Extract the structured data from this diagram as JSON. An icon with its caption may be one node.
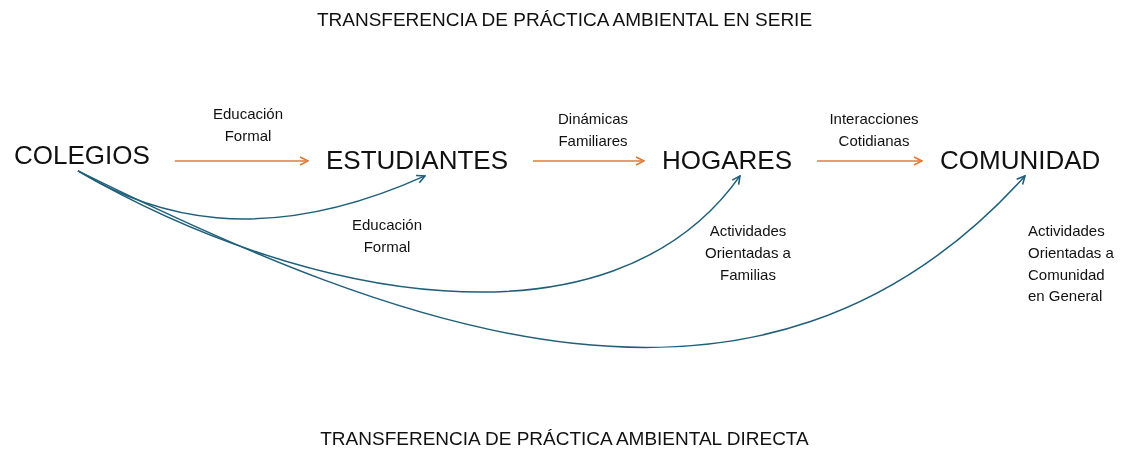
{
  "diagram": {
    "title": "TRANSFERENCIA DE PRÁCTICA AMBIENTAL EN SERIE",
    "caption": "TRANSFERENCIA DE PRÁCTICA AMBIENTAL DIRECTA",
    "nodes": [
      {
        "text": [
          "COLEGIOS"
        ]
      },
      {
        "text": [
          "ESTUDIANTES"
        ]
      },
      {
        "text": [
          "HOGARES"
        ]
      },
      {
        "text": [
          "COMUNIDAD"
        ]
      }
    ],
    "edges": [
      {
        "from": 0,
        "to": 1,
        "arrow": "to",
        "label": "Educación Formal",
        "color": "#e07b39"
      },
      {
        "from": 1,
        "to": 2,
        "arrow": "to",
        "label": "Dinámicas Familiares",
        "color": "#e07b39"
      },
      {
        "from": 2,
        "to": 3,
        "arrow": "to",
        "label": "Interacciones Cotidianas",
        "color": "#e07b39"
      },
      {
        "from": 0,
        "to": 1,
        "arrow": "to",
        "label": "Educación Formal",
        "color": "#1f5f7a"
      },
      {
        "from": 0,
        "to": 2,
        "arrow": "to",
        "label": "Actividades Orientadas a Familias",
        "color": "#1f5f7a"
      },
      {
        "from": 0,
        "to": 3,
        "arrow": "to",
        "label": "Actividades Orientadas a Comunidad en General",
        "color": "#1f5f7a"
      }
    ]
  }
}
